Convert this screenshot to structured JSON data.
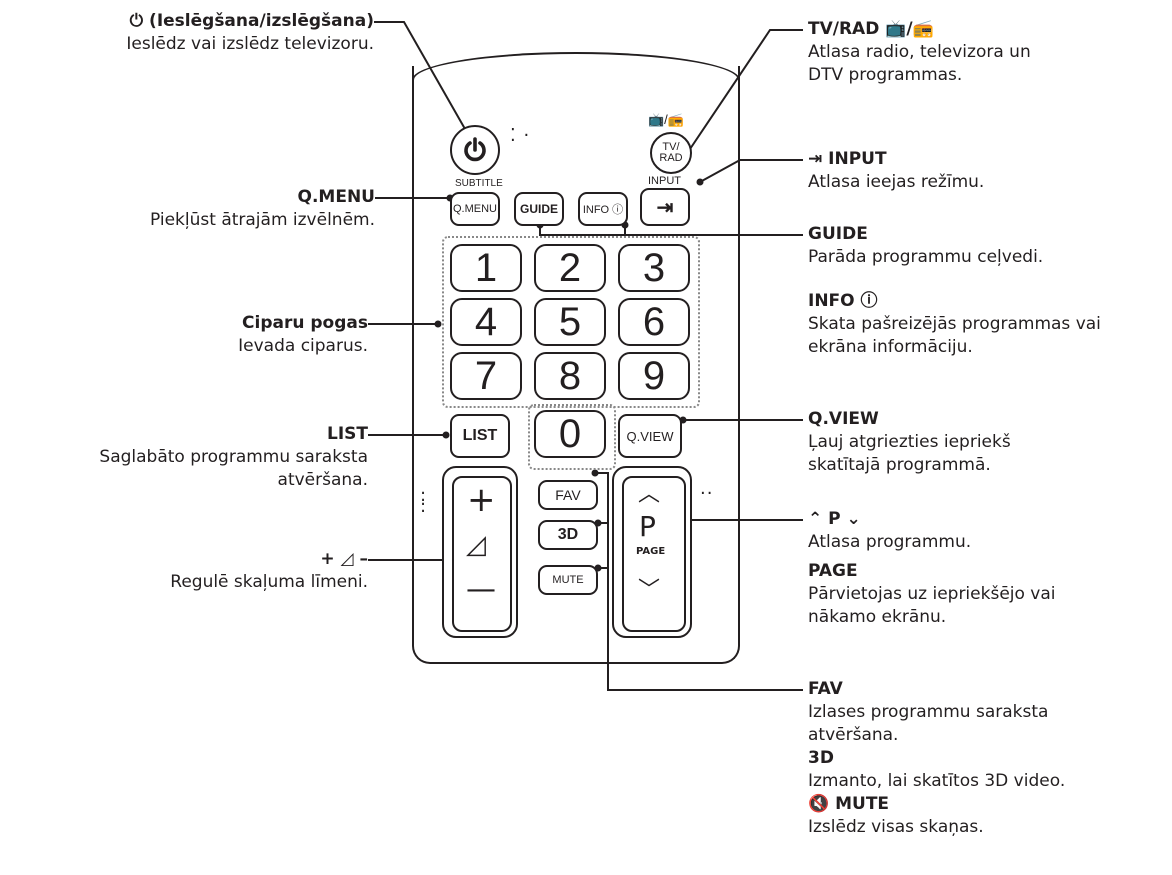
{
  "labels": {
    "power": {
      "title": "(Ieslēgšana/izslēgšana)",
      "desc": "Ieslēdz vai izslēdz televizoru."
    },
    "qmenu": {
      "title": "Q.MENU",
      "desc": "Piekļūst ātrajām izvēlnēm."
    },
    "numbers": {
      "title": "Ciparu pogas",
      "desc": "Ievada ciparus."
    },
    "list": {
      "title": "LIST",
      "desc1": "Saglabāto programmu saraksta",
      "desc2": "atvēršana."
    },
    "volume": {
      "title": "+ ◿ –",
      "desc": "Regulē skaļuma līmeni."
    },
    "tvrad": {
      "title": "TV/RAD",
      "desc1": "Atlasa radio, televizora un",
      "desc2": "DTV programmas."
    },
    "input": {
      "title": "INPUT",
      "desc": "Atlasa ieejas režīmu."
    },
    "guide": {
      "title": "GUIDE",
      "desc": "Parāda programmu ceļvedi."
    },
    "info": {
      "title": "INFO ⓘ",
      "desc1": "Skata pašreizējās programmas vai",
      "desc2": "ekrāna informāciju."
    },
    "qview": {
      "title": "Q.VIEW",
      "desc1": "Ļauj atgriezties iepriekš",
      "desc2": "skatītajā programmā."
    },
    "pchannel": {
      "title": "⌃ P ⌄",
      "desc": "Atlasa programmu."
    },
    "page": {
      "title": "PAGE",
      "desc1": "Pārvietojas uz iepriekšējo vai",
      "desc2": "nākamo ekrānu."
    },
    "fav": {
      "title": "FAV",
      "desc1": "Izlases programmu saraksta",
      "desc2": "atvēršana."
    },
    "threed": {
      "title": "3D",
      "desc": "Izmanto, lai skatītos 3D video."
    },
    "mute": {
      "title": "MUTE",
      "desc": "Izslēdz visas skaņas."
    }
  },
  "remote": {
    "subtitle": "SUBTITLE",
    "input_caption": "INPUT",
    "tvrad_btn": "TV/\nRAD",
    "qmenu_btn": "Q.MENU",
    "guide_btn": "GUIDE",
    "info_btn": "INFO ⓘ",
    "digits": [
      "1",
      "2",
      "3",
      "4",
      "5",
      "6",
      "7",
      "8",
      "9",
      "0"
    ],
    "list_btn": "LIST",
    "qview_btn": "Q.VIEW",
    "fav_btn": "FAV",
    "threed_btn": "3D",
    "mute_btn": "MUTE",
    "p_btn": "P",
    "page_btn": "PAGE",
    "plus": "+",
    "minus": "—"
  }
}
